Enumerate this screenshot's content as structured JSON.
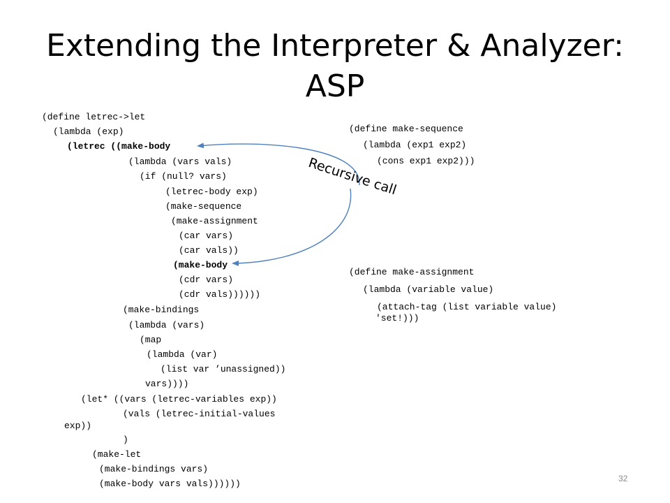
{
  "slide": {
    "title_line1": "Extending the Interpreter & Analyzer:",
    "title_line2": "ASP",
    "callout": "Recursive call",
    "page_number": "32",
    "arrow_color": "#4f81bd"
  },
  "left_code": {
    "lines": [
      "(define letrec->let",
      "(lambda (exp)",
      "(letrec ((make-body",
      "(lambda (vars vals)",
      "(if (null? vars)",
      "(letrec-body exp)",
      "(make-sequence",
      "(make-assignment",
      "(car vars)",
      "(car vals))",
      "(make-body",
      "(cdr vars)",
      "(cdr vals))))))",
      "(make-bindings",
      "(lambda (vars)",
      "(map",
      "(lambda (var)",
      "(list var ’unassigned))",
      "vars))))",
      "(let* ((vars (letrec-variables exp))",
      "(vals (letrec-initial-values",
      "exp))",
      ")",
      "(make-let",
      "(make-bindings vars)",
      "(make-body vars vals))))))"
    ]
  },
  "right_code": {
    "sequence_lines": [
      "(define make-sequence",
      "(lambda (exp1 exp2)",
      "(cons exp1 exp2)))"
    ],
    "assignment_lines": [
      "(define make-assignment",
      "(lambda (variable value)",
      "(attach-tag (list variable value)",
      "'set!)))"
    ]
  }
}
